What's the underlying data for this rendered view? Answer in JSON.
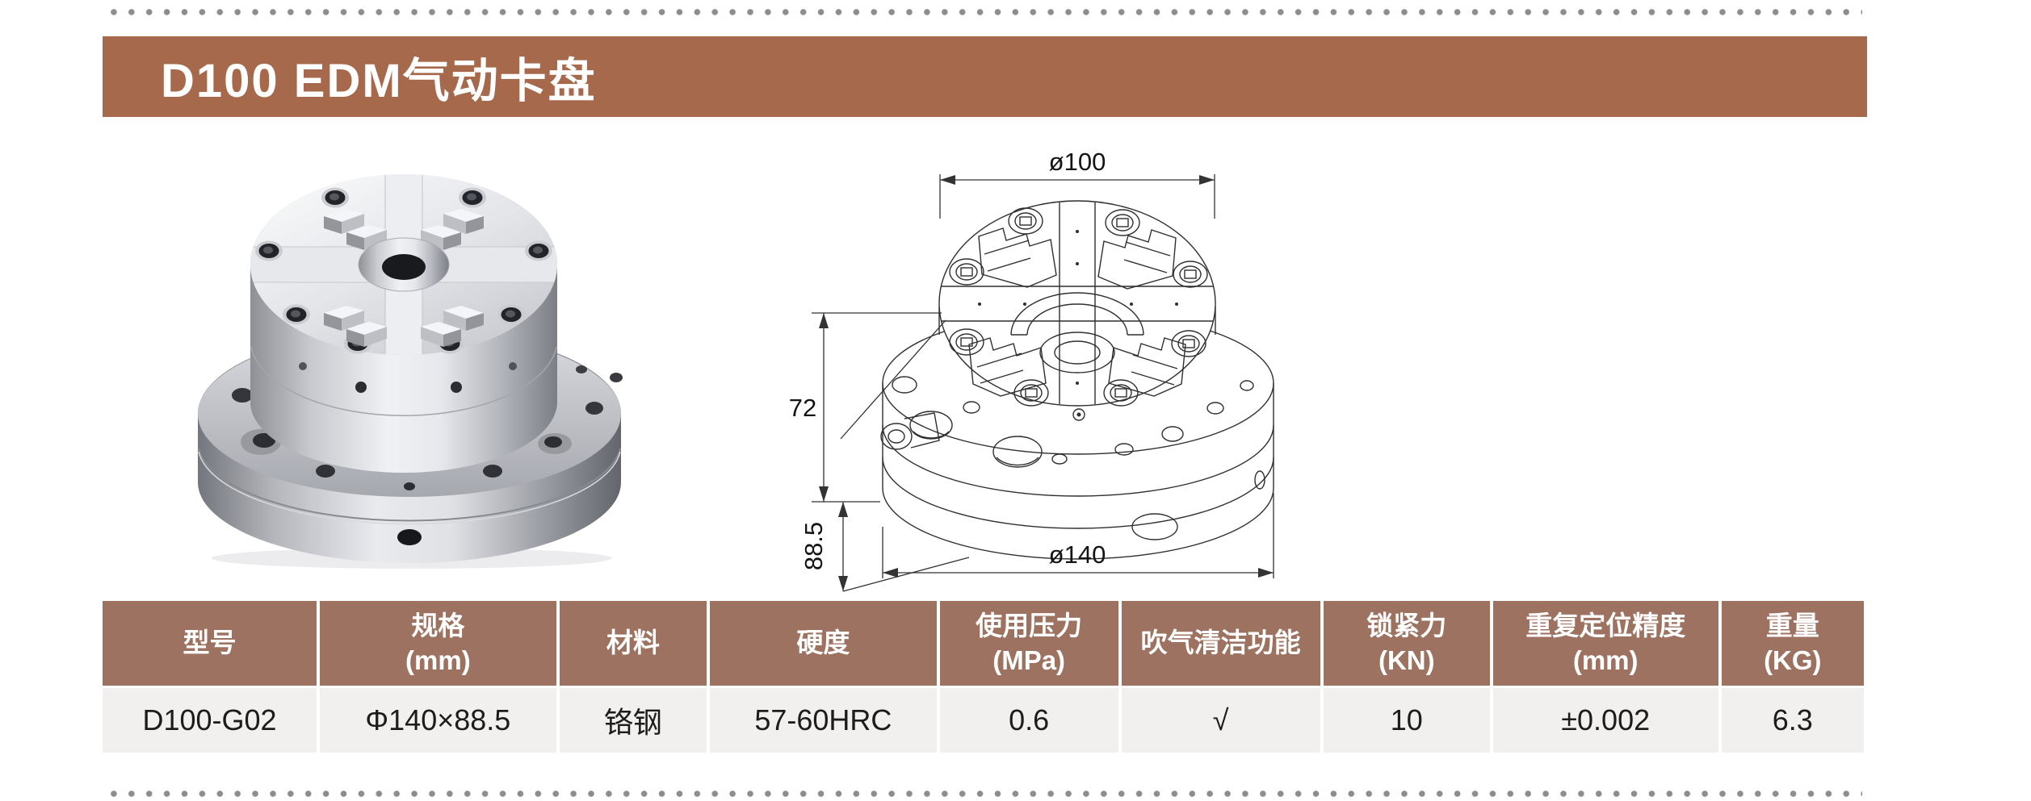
{
  "page": {
    "title": "D100 EDM气动卡盘"
  },
  "drawing": {
    "dim_diameter_top": "ø100",
    "dim_height_upper": "72",
    "dim_height_total": "88.5",
    "dim_diameter_bottom": "ø140"
  },
  "spec_table": {
    "columns": [
      {
        "header": "型号",
        "value": "D100-G02"
      },
      {
        "header": "规格\n(mm)",
        "value": "Φ140×88.5"
      },
      {
        "header": "材料",
        "value": "铬钢"
      },
      {
        "header": "硬度",
        "value": "57-60HRC"
      },
      {
        "header": "使用压力\n(MPa)",
        "value": "0.6"
      },
      {
        "header": "吹气清洁功能",
        "value": "√"
      },
      {
        "header": "锁紧力\n(KN)",
        "value": "10"
      },
      {
        "header": "重复定位精度\n(mm)",
        "value": "±0.002"
      },
      {
        "header": "重量\n(KG)",
        "value": "6.3"
      }
    ]
  },
  "colors": {
    "title_bar_brown": "#A7694C",
    "table_header_brown": "#9D7260",
    "table_row_gray": "#F1F0EF",
    "dotted_rule_gray": "#8D8D8D"
  }
}
